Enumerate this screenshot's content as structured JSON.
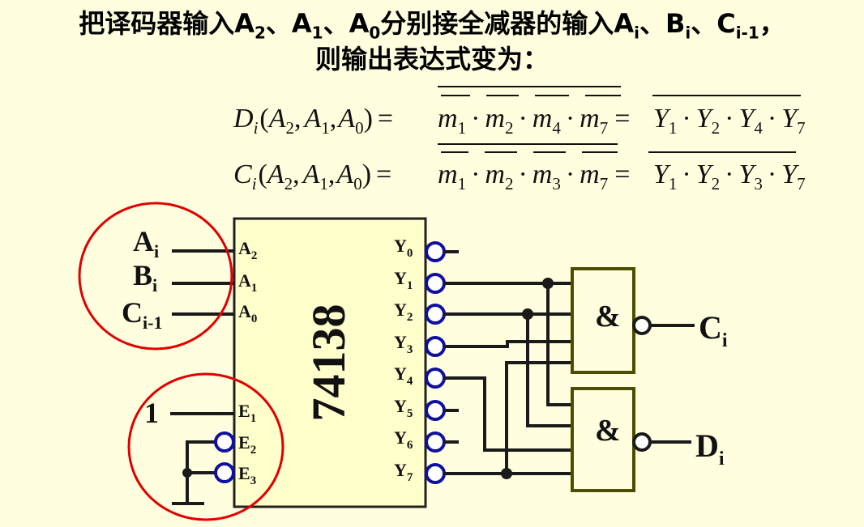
{
  "heading": {
    "line1_parts": [
      "把译码器输入",
      "A",
      "2",
      "、",
      "A",
      "1",
      "、",
      "A",
      "0",
      "分别接全减器的输入",
      "A",
      "i",
      "、",
      "B",
      "i",
      "、",
      "C",
      "i-1",
      "，"
    ],
    "line2": "则输出表达式变为："
  },
  "equations": {
    "d_lhs": "D",
    "c_lhs": "C",
    "lhs_sub": "i",
    "args_open": "(",
    "args_close": ")",
    "A": "A",
    "sub2": "2",
    "sub1": "1",
    "sub0": "0",
    "comma": ",",
    "equals": "=",
    "m": "m",
    "Y": "Y",
    "dot": "·",
    "d_minterms": [
      "1",
      "2",
      "4",
      "7"
    ],
    "c_minterms": [
      "1",
      "2",
      "3",
      "7"
    ]
  },
  "circuit": {
    "chip_label": "74138",
    "inputs": [
      {
        "label": "A",
        "sub": "2"
      },
      {
        "label": "A",
        "sub": "1"
      },
      {
        "label": "A",
        "sub": "0"
      },
      {
        "label": "E",
        "sub": "1"
      },
      {
        "label": "E",
        "sub": "2"
      },
      {
        "label": "E",
        "sub": "3"
      }
    ],
    "outputs": [
      "Y0",
      "Y1",
      "Y2",
      "Y3",
      "Y4",
      "Y5",
      "Y6",
      "Y7"
    ],
    "output_letter": "Y",
    "output_subs": [
      "0",
      "1",
      "2",
      "3",
      "4",
      "5",
      "6",
      "7"
    ],
    "signals": [
      {
        "label": "A",
        "sub": "i"
      },
      {
        "label": "B",
        "sub": "i"
      },
      {
        "label": "C",
        "sub": "i-1"
      }
    ],
    "enable_const": "1",
    "gate_symbol": "&",
    "out_c": {
      "label": "C",
      "sub": "i"
    },
    "out_d": {
      "label": "D",
      "sub": "i"
    }
  },
  "colors": {
    "background": "#ffffdf",
    "chip_fill": "#ffffcc",
    "gate_stroke": "#4d4d00",
    "wire": "#1a1a1a",
    "bubble": "#1010a0",
    "highlight_circle": "#e00000"
  }
}
